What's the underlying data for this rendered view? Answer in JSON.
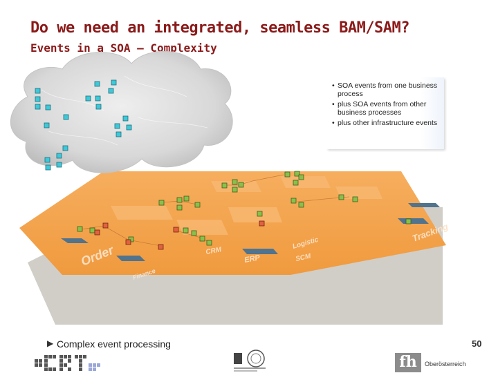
{
  "header": {
    "title": "Do we need an integrated, seamless BAM/SAM?",
    "subtitle": "Events in a SOA – Complexity"
  },
  "callout": {
    "items": [
      "SOA events from one business process",
      "plus SOA events from other business processes",
      "plus other infrastructure events"
    ]
  },
  "diagram": {
    "plane_labels": [
      "Order",
      "Finance",
      "CRM",
      "ERP",
      "Logistic",
      "SCM",
      "Tracking"
    ],
    "colors": {
      "orange_plane": "#f4a04a",
      "grey_plane": "#d1cec8",
      "cyan_event": "#3ec8d8",
      "green_event": "#8ac04a",
      "red_event": "#e0623e"
    }
  },
  "footer": {
    "text": "Complex event processing",
    "page_number": "50",
    "fh_logo": "fh",
    "fh_subtitle": "Oberösterreich"
  }
}
